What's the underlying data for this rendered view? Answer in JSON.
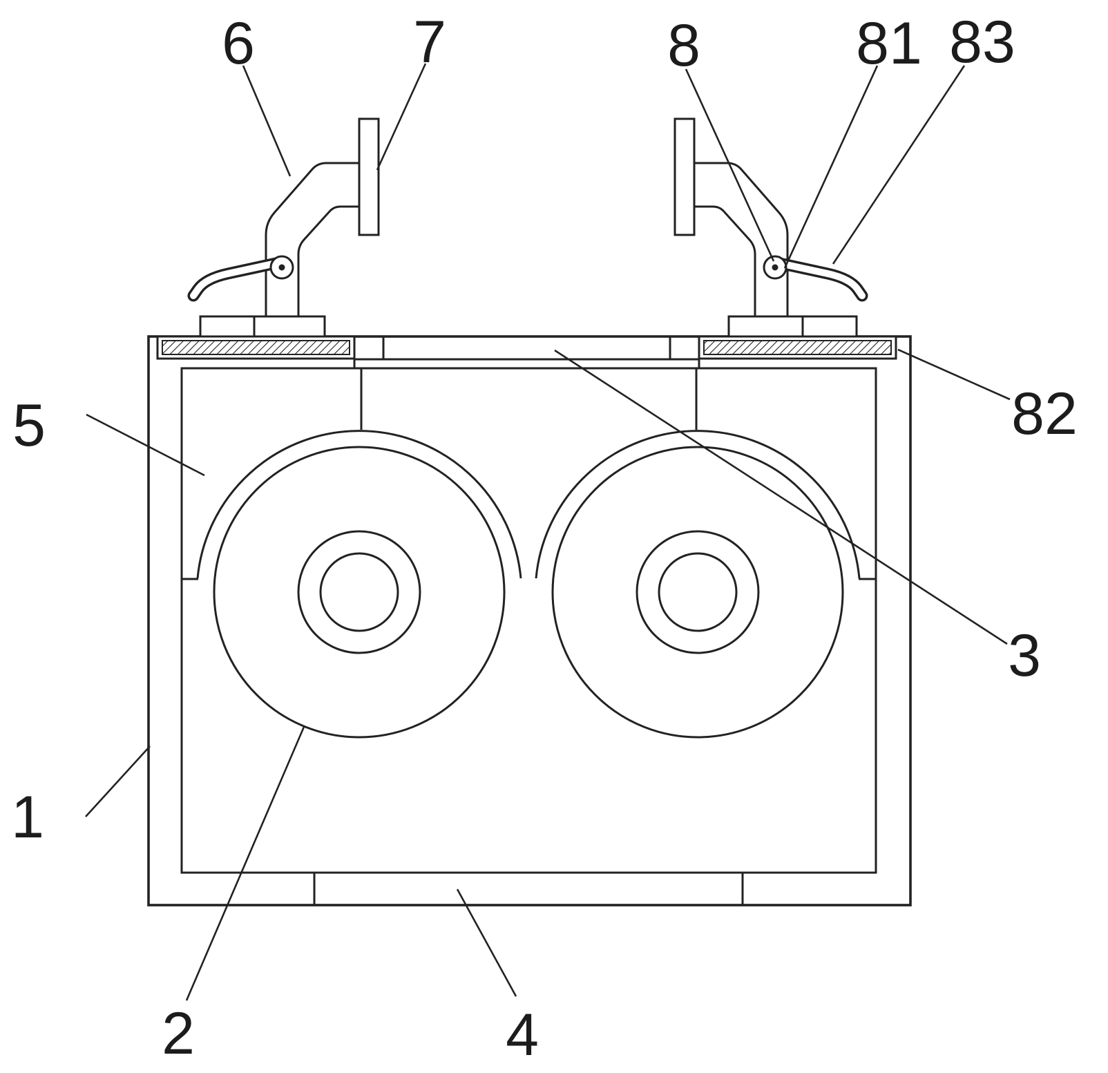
{
  "figure": {
    "kind": "patent-style line drawing of a twin-roller tank apparatus with two flanged inlet pipes and lever valves",
    "background_color": "#ffffff",
    "line_color": "#222222",
    "labels": {
      "n1": "1",
      "n2": "2",
      "n3": "3",
      "n4": "4",
      "n5": "5",
      "n6": "6",
      "n7": "7",
      "n8": "8",
      "n81": "81",
      "n82": "82",
      "n83": "83"
    }
  }
}
